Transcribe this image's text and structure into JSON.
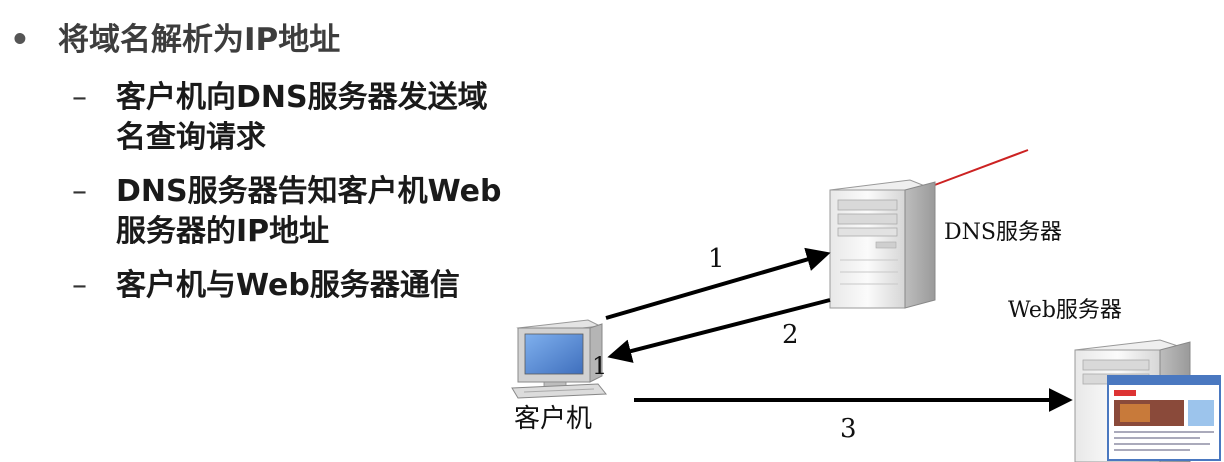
{
  "bullets": {
    "main": "将域名解析为IP地址",
    "main_marker": "•",
    "sub_marker": "–",
    "subs": [
      "客户机向DNS服务器发送域名查询请求",
      "DNS服务器告知客户机Web服务器的IP地址",
      "客户机与Web服务器通信"
    ]
  },
  "diagram": {
    "dns_label": "DNS服务器",
    "web_label": "Web服务器",
    "client_label": "客户机",
    "arrow1_label": "1",
    "arrow2_label": "2",
    "arrow3_label": "3",
    "stray_label": "1",
    "colors": {
      "arrow": "#000000",
      "red_line": "#cc2222",
      "monitor_screen": "#5a8fd8"
    },
    "icons": [
      "server-tower-icon",
      "computer-icon",
      "browser-window-icon"
    ]
  }
}
